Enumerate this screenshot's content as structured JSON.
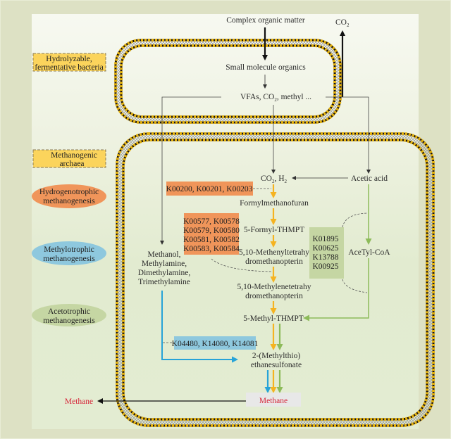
{
  "labels": {
    "hydrolyzable": [
      "Hydrolyzable,",
      "fermentative bacteria"
    ],
    "methanogenic": [
      "Methanogenic",
      "archaea"
    ],
    "hydrogenotrophic": [
      "Hydrogenotrophic",
      "methanogenesis"
    ],
    "methylotrophic": [
      "Methylotrophic",
      "methanogenesis"
    ],
    "acetotrophic": [
      "Acetotrophic",
      "methanogenesis"
    ]
  },
  "bacteria_cell": {
    "complex_organic_matter": "Complex organic matter",
    "co2_out": "CO",
    "co2_sub": "2",
    "small_molecule_organics": "Small molecule organics",
    "vfas_prefix": "VFAs, CO",
    "vfas_sub": "2",
    "vfas_suffix": ", methyl ..."
  },
  "archaea_cell": {
    "co2_h2_prefix": "CO",
    "co2_h2_sub": "2",
    "co2_h2_suffix": ", H",
    "co2_h2_sub2": "2",
    "acetic_acid": "Acetic acid",
    "formylmethanofuran": "Formylmethanofuran",
    "formyl_thmpt": "5-Formyl-THMPT",
    "methenyl": [
      "5,10-Methenyltetrahy",
      "dromethanopterin"
    ],
    "methylene": [
      "5,10-Methylenetetrahy",
      "dromethanopterin"
    ],
    "methyl_thmpt": "5-Methyl-THMPT",
    "methylthio": [
      "2-(Methylthio)",
      "ethanesulfonate"
    ],
    "acetyl_coa": "AceTyl-CoA",
    "methyl_compounds": [
      "Methanol,",
      "Methylamine,",
      "Dimethylamine,",
      "Trimethylamine"
    ],
    "methane_inner": "Methane",
    "methane_outer": "Methane"
  },
  "enzyme_boxes": {
    "formyl_box": "K00200, K00201, K00203",
    "thmpt_box": [
      "K00577, K00578",
      "K00579, K00580",
      "K00581, K00582",
      "K00583, K00584"
    ],
    "acetyl_box": [
      "K01895",
      "K00625",
      "K13788",
      "K00925"
    ],
    "methyl_box": "K04480, K14080, K14081"
  },
  "colors": {
    "hydrogenotrophic": "#f0955a",
    "methylotrophic": "#8ec8de",
    "acetotrophic": "#c5d6a3",
    "label_box": "#fbd45c",
    "arrow_yellow": "#f5b320",
    "arrow_green": "#8dbb5a",
    "arrow_blue": "#27a3d8",
    "methane_text": "#d6263a"
  }
}
